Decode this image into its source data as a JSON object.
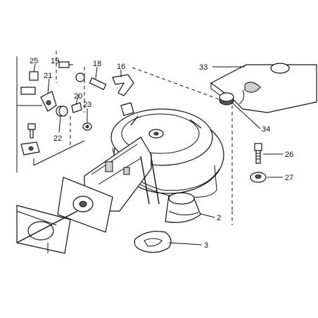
{
  "callouts": {
    "c25": "25",
    "c19": "19",
    "c21": "21",
    "c18": "18",
    "c16": "16",
    "c20": "20",
    "c22": "22",
    "c23": "23",
    "c33": "33",
    "c34": "34",
    "c26": "26",
    "c27": "27",
    "c2": "2",
    "c3": "3"
  }
}
